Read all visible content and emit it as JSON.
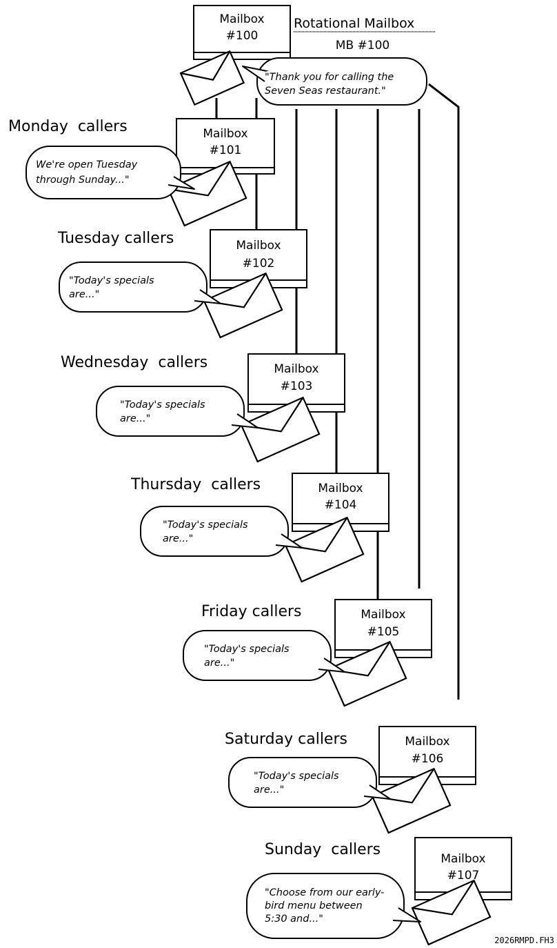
{
  "diagram": {
    "title": "Rotational Mailbox",
    "subtitle": "MB #100",
    "figure_code": "2026RMPD.FH3",
    "main_mailbox": {
      "label": "Mailbox",
      "number": "#100",
      "greeting": [
        "\"Thank you for calling the",
        "Seven Seas restaurant.\""
      ]
    },
    "days": [
      {
        "caller_label": "Monday  callers",
        "label": "Mailbox",
        "number": "#101",
        "greeting": [
          "We're open Tuesday",
          "through Sunday...\""
        ]
      },
      {
        "caller_label": "Tuesday callers",
        "label": "Mailbox",
        "number": "#102",
        "greeting": [
          "\"Today's specials",
          "are...\""
        ]
      },
      {
        "caller_label": "Wednesday  callers",
        "label": "Mailbox",
        "number": "#103",
        "greeting": [
          "\"Today's specials",
          "are...\""
        ]
      },
      {
        "caller_label": "Thursday  callers",
        "label": "Mailbox",
        "number": "#104",
        "greeting": [
          "\"Today's specials",
          "are...\""
        ]
      },
      {
        "caller_label": "Friday callers",
        "label": "Mailbox",
        "number": "#105",
        "greeting": [
          "\"Today's specials",
          "are...\""
        ]
      },
      {
        "caller_label": "Saturday callers",
        "label": "Mailbox",
        "number": "#106",
        "greeting": [
          "\"Today's specials",
          "are...\""
        ]
      },
      {
        "caller_label": "Sunday  callers",
        "label": "Mailbox",
        "number": "#107",
        "greeting": [
          "\"Choose from our early-",
          "bird menu between",
          "5:30 and...\""
        ]
      }
    ]
  }
}
